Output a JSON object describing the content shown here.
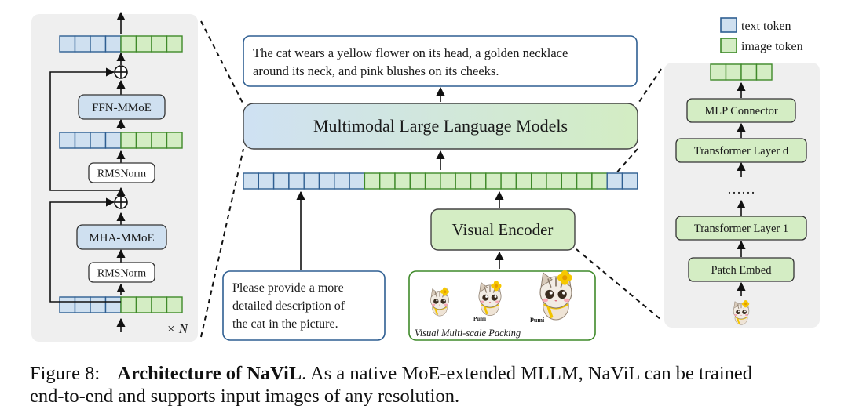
{
  "legend": {
    "text_token": "text token",
    "image_token": "image token"
  },
  "colors": {
    "text_token_fill": "#cfe0f0",
    "text_token_stroke": "#2f5f92",
    "image_token_fill": "#d4edc4",
    "image_token_stroke": "#3f8a2a",
    "panel_bg": "#efefef",
    "box_stroke": "#444444"
  },
  "left_panel": {
    "ffn_block": "FFN-MMoE",
    "rmsnorm_top": "RMSNorm",
    "mha_block": "MHA-MMoE",
    "rmsnorm_bottom": "RMSNorm",
    "repeat_label": "× N"
  },
  "center": {
    "output_text_line1": "The cat wears a yellow flower on its head, a golden necklace",
    "output_text_line2": "around its neck, and pink blushes on its cheeks.",
    "llm_label": "Multimodal Large Language Models",
    "visual_encoder_label": "Visual Encoder",
    "prompt_line1": "Please provide a more",
    "prompt_line2": "detailed description of",
    "prompt_line3": "the cat in the picture.",
    "packing_label": "Visual Multi-scale Packing",
    "cat_tag": "Pumi"
  },
  "right_panel": {
    "mlp_connector": "MLP Connector",
    "transformer_layer_d": "Transformer Layer d",
    "dots": "……",
    "transformer_layer_1": "Transformer Layer 1",
    "patch_embed": "Patch Embed"
  },
  "caption": {
    "figure_label": "Figure 8:",
    "bold_title": "Architecture of NaViL",
    "rest_line1": ". As a native MoE-extended MLLM, NaViL can be trained",
    "line2": "end-to-end and supports input images of any resolution."
  }
}
